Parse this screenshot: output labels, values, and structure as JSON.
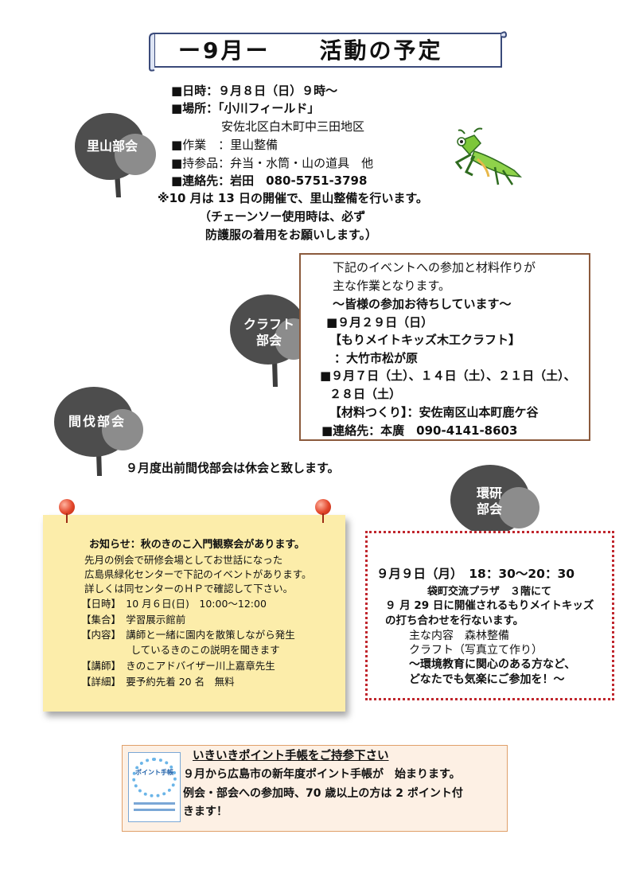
{
  "title": "ー9月ー　　活動の予定",
  "satoyama": {
    "tree_label": "里山部会",
    "lines": [
      "■日時：９月８日（日）９時～",
      "■場所：「小川フィールド」",
      "安佐北区白木町中三田地区",
      "■作業　：里山整備",
      "■持参品：弁当・水筒・山の道具　他",
      "■連絡先：岩田　080-5751-3798"
    ],
    "note": [
      "※10 月は 13 日の開催で、里山整備を行います。",
      "（チェーンソー使用時は、必ず",
      "防護服の着用をお願いします。）"
    ],
    "illustration": "mantis-icon"
  },
  "craft": {
    "tree_label_1": "クラフト",
    "tree_label_2": "部会",
    "lines": [
      "下記のイベントへの参加と材料作りが",
      "主な作業となります。",
      "～皆様の参加お待ちしています～",
      "■９月２９日（日）",
      "【もりメイトキッズ木工クラフト】",
      "：大竹市松が原",
      "■９月７日（土）、１４日（土）、２１日（土）、",
      "２８日（土）",
      "【材料つくり】：安佐南区山本町鹿ケ谷",
      "■連絡先：本廣　090-4141-8603"
    ]
  },
  "kanbatsu": {
    "tree_label": "間伐部会",
    "note": "９月度出前間伐部会は休会と致します。"
  },
  "notice": {
    "lines": [
      "お知らせ：秋のきのこ入門観察会があります。",
      "先月の例会で研修会場としてお世話になった",
      "広島県緑化センターで下記のイベントがあります。",
      "詳しくは同センターのＨＰで確認して下さい。",
      "【日時】　10 月６日(日)　10:00～12:00",
      "【集合】　学習展示館前",
      "【内容】　講師と一緒に園内を散策しながら発生",
      "　　　　　しているきのこの説明を聞きます",
      "【講師】　きのこアドバイザー川上嘉章先生",
      "【詳細】　要予約先着 20 名　無料"
    ]
  },
  "kankyo": {
    "tree_label_1": "環研",
    "tree_label_2": "部会",
    "lines": [
      "９月９日（月）　18：30～20：30",
      "袋町交流プラザ　３階にて",
      "９ 月 29 日に開催されるもりメイトキッズ",
      "の打ち合わせを行ないます。",
      "主な内容　森林整備",
      "クラフト（写真立て作り）",
      "～環境教育に関心のある方など、",
      "どなたでも気楽にご参加を！～"
    ]
  },
  "points": {
    "heading": "いきいきポイント手帳をご持参下さい",
    "lines": [
      "９月から広島市の新年度ポイント手帳が　始まります。",
      "例会・部会への参加時、70 歳以上の方は 2 ポイント付",
      "きます！"
    ],
    "booklet_title": "ポイント手帳"
  }
}
